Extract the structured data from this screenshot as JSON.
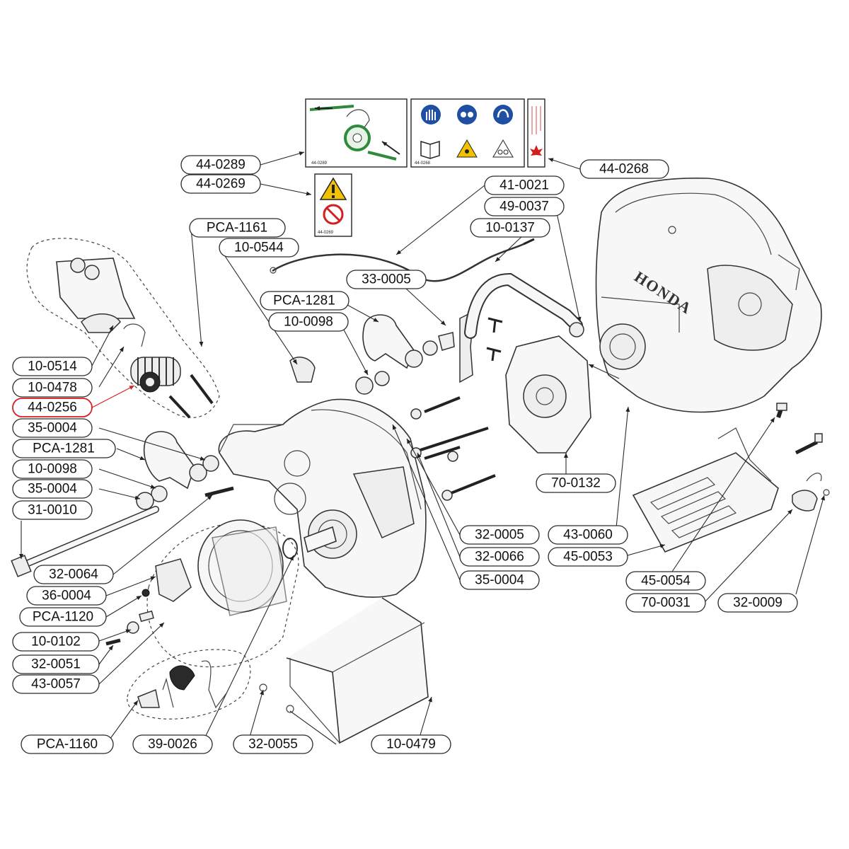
{
  "brand_text": "HONDA",
  "decals": {
    "instruction_code": "44-0289",
    "ppe_code": "44-0268",
    "warning_code": "44-0269"
  },
  "colors": {
    "highlight": "#d81e1e",
    "decal_green": "#2f8a3c",
    "ppe_blue": "#1e4fa3",
    "warning_yellow": "#f2c200",
    "prohibit_red": "#d22020"
  },
  "callouts": [
    {
      "id": "c-44-0289",
      "text": "44-0289",
      "highlight": false
    },
    {
      "id": "c-44-0269",
      "text": "44-0269",
      "highlight": false
    },
    {
      "id": "c-44-0268",
      "text": "44-0268",
      "highlight": false
    },
    {
      "id": "c-41-0021",
      "text": "41-0021",
      "highlight": false
    },
    {
      "id": "c-49-0037",
      "text": "49-0037",
      "highlight": false
    },
    {
      "id": "c-10-0137",
      "text": "10-0137",
      "highlight": false
    },
    {
      "id": "c-pca-1161",
      "text": "PCA-1161",
      "highlight": false
    },
    {
      "id": "c-10-0544",
      "text": "10-0544",
      "highlight": false
    },
    {
      "id": "c-33-0005",
      "text": "33-0005",
      "highlight": false
    },
    {
      "id": "c-pca-1281-a",
      "text": "PCA-1281",
      "highlight": false
    },
    {
      "id": "c-10-0098-a",
      "text": "10-0098",
      "highlight": false
    },
    {
      "id": "c-10-0514",
      "text": "10-0514",
      "highlight": false
    },
    {
      "id": "c-10-0478",
      "text": "10-0478",
      "highlight": false
    },
    {
      "id": "c-44-0256",
      "text": "44-0256",
      "highlight": true
    },
    {
      "id": "c-35-0004-a",
      "text": "35-0004",
      "highlight": false
    },
    {
      "id": "c-pca-1281-b",
      "text": "PCA-1281",
      "highlight": false
    },
    {
      "id": "c-10-0098-b",
      "text": "10-0098",
      "highlight": false
    },
    {
      "id": "c-35-0004-b",
      "text": "35-0004",
      "highlight": false
    },
    {
      "id": "c-31-0010",
      "text": "31-0010",
      "highlight": false
    },
    {
      "id": "c-32-0064",
      "text": "32-0064",
      "highlight": false
    },
    {
      "id": "c-36-0004",
      "text": "36-0004",
      "highlight": false
    },
    {
      "id": "c-pca-1120",
      "text": "PCA-1120",
      "highlight": false
    },
    {
      "id": "c-10-0102",
      "text": "10-0102",
      "highlight": false
    },
    {
      "id": "c-32-0051",
      "text": "32-0051",
      "highlight": false
    },
    {
      "id": "c-43-0057",
      "text": "43-0057",
      "highlight": false
    },
    {
      "id": "c-pca-1160",
      "text": "PCA-1160",
      "highlight": false
    },
    {
      "id": "c-39-0026",
      "text": "39-0026",
      "highlight": false
    },
    {
      "id": "c-32-0055",
      "text": "32-0055",
      "highlight": false
    },
    {
      "id": "c-10-0479",
      "text": "10-0479",
      "highlight": false
    },
    {
      "id": "c-70-0132",
      "text": "70-0132",
      "highlight": false
    },
    {
      "id": "c-32-0005",
      "text": "32-0005",
      "highlight": false
    },
    {
      "id": "c-32-0066",
      "text": "32-0066",
      "highlight": false
    },
    {
      "id": "c-35-0004-c",
      "text": "35-0004",
      "highlight": false
    },
    {
      "id": "c-43-0060",
      "text": "43-0060",
      "highlight": false
    },
    {
      "id": "c-45-0053",
      "text": "45-0053",
      "highlight": false
    },
    {
      "id": "c-45-0054",
      "text": "45-0054",
      "highlight": false
    },
    {
      "id": "c-70-0031",
      "text": "70-0031",
      "highlight": false
    },
    {
      "id": "c-32-0009",
      "text": "32-0009",
      "highlight": false
    }
  ]
}
